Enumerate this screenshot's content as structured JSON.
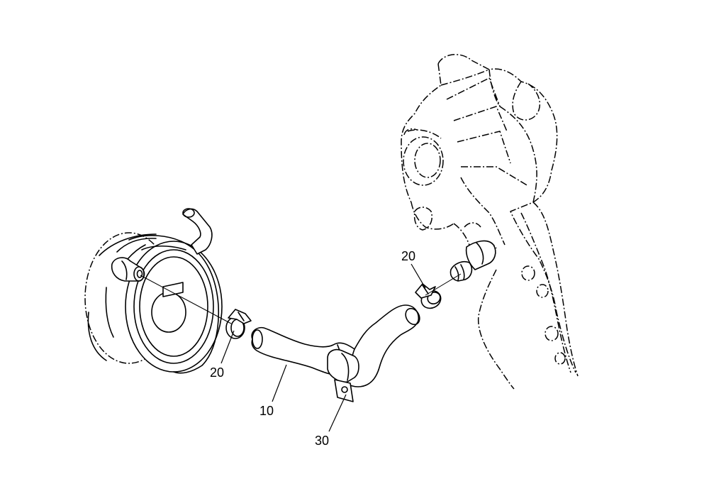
{
  "callouts": [
    {
      "id": "hose",
      "text": "10"
    },
    {
      "id": "clamp-left",
      "text": "20"
    },
    {
      "id": "clamp-right",
      "text": "20"
    },
    {
      "id": "bracket",
      "text": "30"
    }
  ],
  "colors": {
    "line": "#000000",
    "background": "#ffffff"
  }
}
